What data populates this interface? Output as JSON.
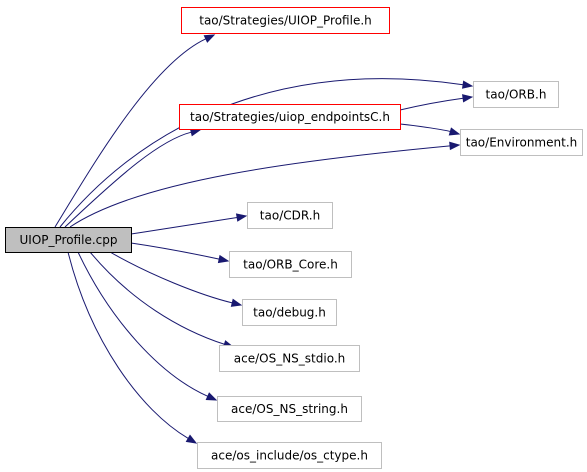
{
  "diagram": {
    "colors": {
      "edge": "#191970",
      "source_fill": "#bfbfbf",
      "source_border": "#000000",
      "highlight_border": "#ff0000",
      "plain_border": "#bfbfbf"
    },
    "nodes": [
      {
        "id": "uiop_profile_cpp",
        "label": "UIOP_Profile.cpp",
        "style": "source"
      },
      {
        "id": "strategies_uiop_profile_h",
        "label": "tao/Strategies/UIOP_Profile.h",
        "style": "highlight"
      },
      {
        "id": "orb_h",
        "label": "tao/ORB.h",
        "style": "plain"
      },
      {
        "id": "uiop_endpointsc_h",
        "label": "tao/Strategies/uiop_endpointsC.h",
        "style": "highlight"
      },
      {
        "id": "environment_h",
        "label": "tao/Environment.h",
        "style": "plain"
      },
      {
        "id": "cdr_h",
        "label": "tao/CDR.h",
        "style": "plain"
      },
      {
        "id": "orb_core_h",
        "label": "tao/ORB_Core.h",
        "style": "plain"
      },
      {
        "id": "debug_h",
        "label": "tao/debug.h",
        "style": "plain"
      },
      {
        "id": "os_ns_stdio_h",
        "label": "ace/OS_NS_stdio.h",
        "style": "plain"
      },
      {
        "id": "os_ns_string_h",
        "label": "ace/OS_NS_string.h",
        "style": "plain"
      },
      {
        "id": "os_ctype_h",
        "label": "ace/os_include/os_ctype.h",
        "style": "plain"
      }
    ],
    "edges": [
      {
        "from": "uiop_profile_cpp",
        "to": "strategies_uiop_profile_h"
      },
      {
        "from": "uiop_profile_cpp",
        "to": "orb_h"
      },
      {
        "from": "uiop_profile_cpp",
        "to": "uiop_endpointsc_h"
      },
      {
        "from": "uiop_profile_cpp",
        "to": "environment_h"
      },
      {
        "from": "uiop_profile_cpp",
        "to": "cdr_h"
      },
      {
        "from": "uiop_profile_cpp",
        "to": "orb_core_h"
      },
      {
        "from": "uiop_profile_cpp",
        "to": "debug_h"
      },
      {
        "from": "uiop_profile_cpp",
        "to": "os_ns_stdio_h"
      },
      {
        "from": "uiop_profile_cpp",
        "to": "os_ns_string_h"
      },
      {
        "from": "uiop_profile_cpp",
        "to": "os_ctype_h"
      },
      {
        "from": "uiop_endpointsc_h",
        "to": "orb_h"
      },
      {
        "from": "uiop_endpointsc_h",
        "to": "environment_h"
      }
    ]
  }
}
